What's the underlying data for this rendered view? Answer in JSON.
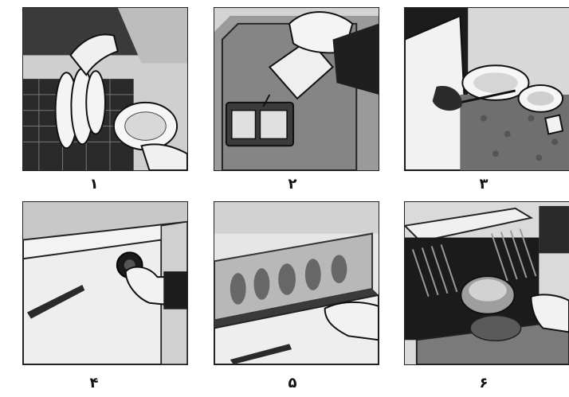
{
  "steps": [
    {
      "number": "۱",
      "icon": "load-plates-into-rack-illustration"
    },
    {
      "number": "۲",
      "icon": "pour-detergent-illustration"
    },
    {
      "number": "۳",
      "icon": "scrape-food-scraps-illustration"
    },
    {
      "number": "۴",
      "icon": "turn-dial-illustration"
    },
    {
      "number": "۵",
      "icon": "close-door-illustration"
    },
    {
      "number": "۶",
      "icon": "unload-clean-dishes-illustration"
    }
  ]
}
